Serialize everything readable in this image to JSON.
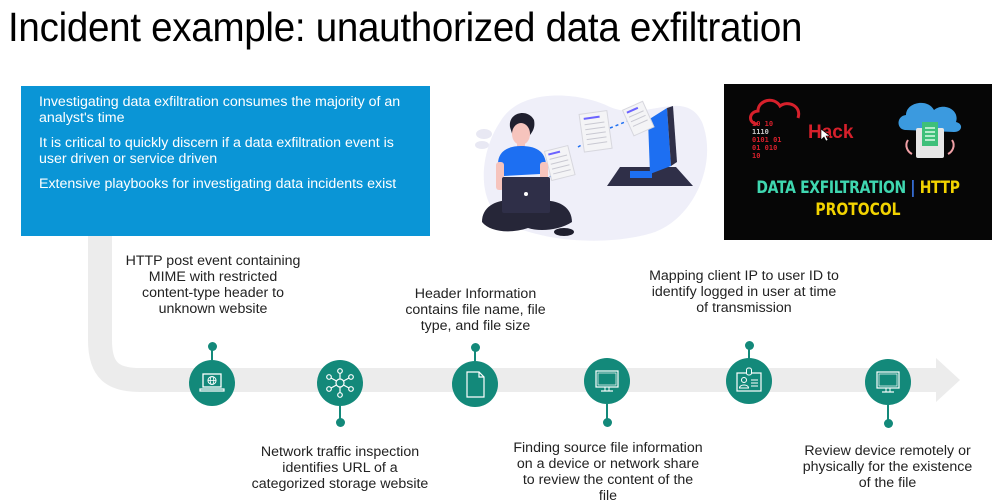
{
  "slide": {
    "title": "Incident example: unauthorized data exfiltration"
  },
  "summary_box": {
    "bullets": [
      "Investigating data exfiltration consumes the majority of an analyst's time",
      "It is critical to quickly discern if a data exfiltration event is user driven or service driven",
      "Extensive playbooks for investigating data incidents exist"
    ],
    "color": "#0a95d6"
  },
  "video_thumbnail": {
    "logo_text": "Hack",
    "logo_bits": [
      "10 10",
      "1110",
      "0101 01",
      "01 010",
      "10"
    ],
    "headline_part1": "DATA EXFILTRATION",
    "separator": "|",
    "headline_part2": "HTTP",
    "headline_line2": "PROTOCOL"
  },
  "timeline": {
    "accent_color": "#13897a",
    "steps": [
      {
        "icon": "laptop-globe-icon",
        "position": "above",
        "text": "HTTP post event containing MIME with restricted content-type header to unknown website"
      },
      {
        "icon": "network-hub-icon",
        "position": "below",
        "text": "Network traffic inspection identifies URL of a categorized storage website"
      },
      {
        "icon": "document-icon",
        "position": "above",
        "text": "Header Information contains file name, file type, and file size"
      },
      {
        "icon": "monitor-icon",
        "position": "below",
        "text": "Finding source file information on a device or network share to review the content of the file"
      },
      {
        "icon": "id-badge-icon",
        "position": "above",
        "text": "Mapping client IP to user ID to identify logged in user at time of transmission"
      },
      {
        "icon": "monitor-icon",
        "position": "below",
        "text": "Review device remotely or physically for the existence of the file"
      }
    ]
  }
}
